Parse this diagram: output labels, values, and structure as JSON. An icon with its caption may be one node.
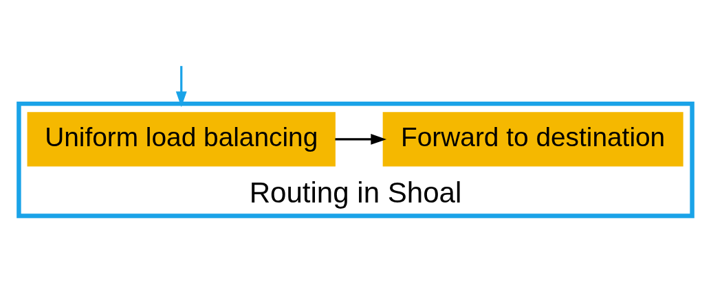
{
  "diagram": {
    "nodes": [
      {
        "text": [
          "Routing in Shoal"
        ]
      },
      {
        "text": [
          "Uniform load balancing"
        ],
        "in": 0
      },
      {
        "text": [
          "Forward to destination"
        ],
        "in": 0
      }
    ],
    "edges": [
      {
        "from": null,
        "to": 0,
        "arrow": "to",
        "color": "#1aa3e8"
      },
      {
        "from": 1,
        "to": 2,
        "arrow": "to",
        "color": "#000000"
      }
    ]
  }
}
